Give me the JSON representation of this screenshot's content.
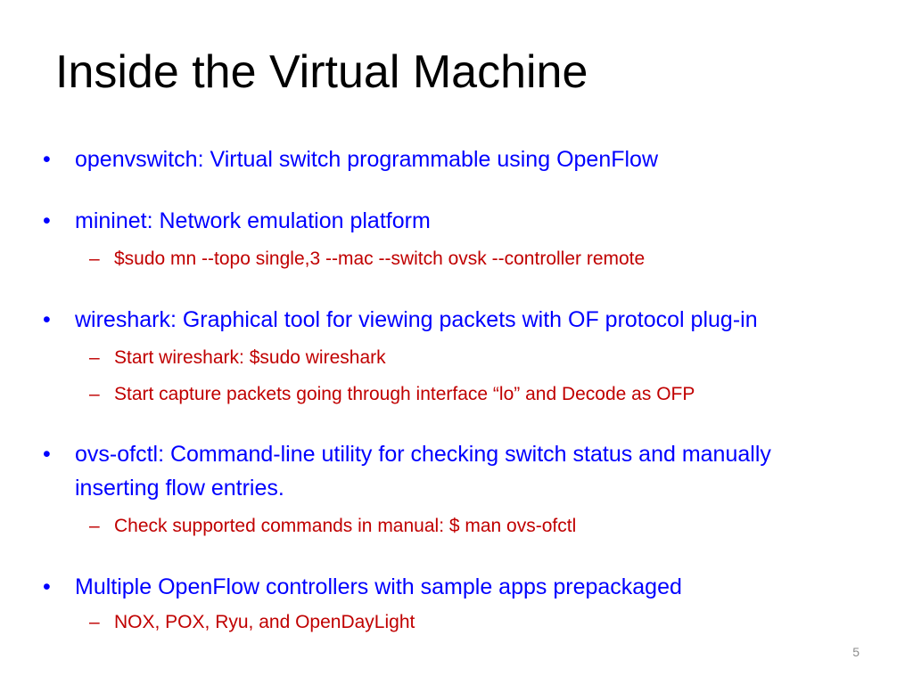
{
  "slide": {
    "title": "Inside the Virtual Machine",
    "page_number": "5",
    "bullet_glyph": "•",
    "sub_glyph": "–",
    "colors": {
      "title": "#000000",
      "bullet_text": "#0000ff",
      "sub_text": "#c00000",
      "page_number": "#8c8c8c"
    },
    "bullets": [
      {
        "text": "openvswitch: Virtual switch programmable using OpenFlow",
        "subs": []
      },
      {
        "text": "mininet: Network emulation platform",
        "subs": [
          "$sudo mn --topo single,3 --mac --switch ovsk --controller remote"
        ]
      },
      {
        "text": "wireshark: Graphical tool for viewing packets with OF protocol plug-in",
        "subs": [
          "Start wireshark:  $sudo wireshark",
          "Start capture packets going through interface “lo” and Decode as OFP"
        ]
      },
      {
        "text": "ovs-ofctl: Command-line utility for checking switch status and manually inserting flow entries.",
        "subs": [
          "Check supported commands in manual: $ man ovs-ofctl"
        ]
      },
      {
        "text": "Multiple OpenFlow controllers with sample apps prepackaged",
        "subs": [
          "NOX, POX, Ryu, and OpenDayLight"
        ]
      }
    ]
  }
}
